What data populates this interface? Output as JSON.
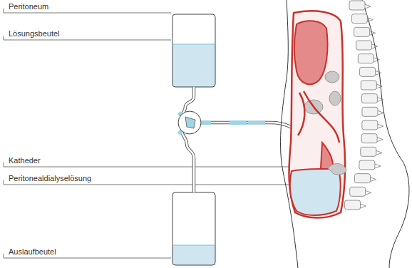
{
  "diagram": {
    "labels": [
      "Peritoneum",
      "Lösungsbeutel",
      "Katheder",
      "Peritonealdialyselösung",
      "Auslaufbeutel"
    ]
  }
}
